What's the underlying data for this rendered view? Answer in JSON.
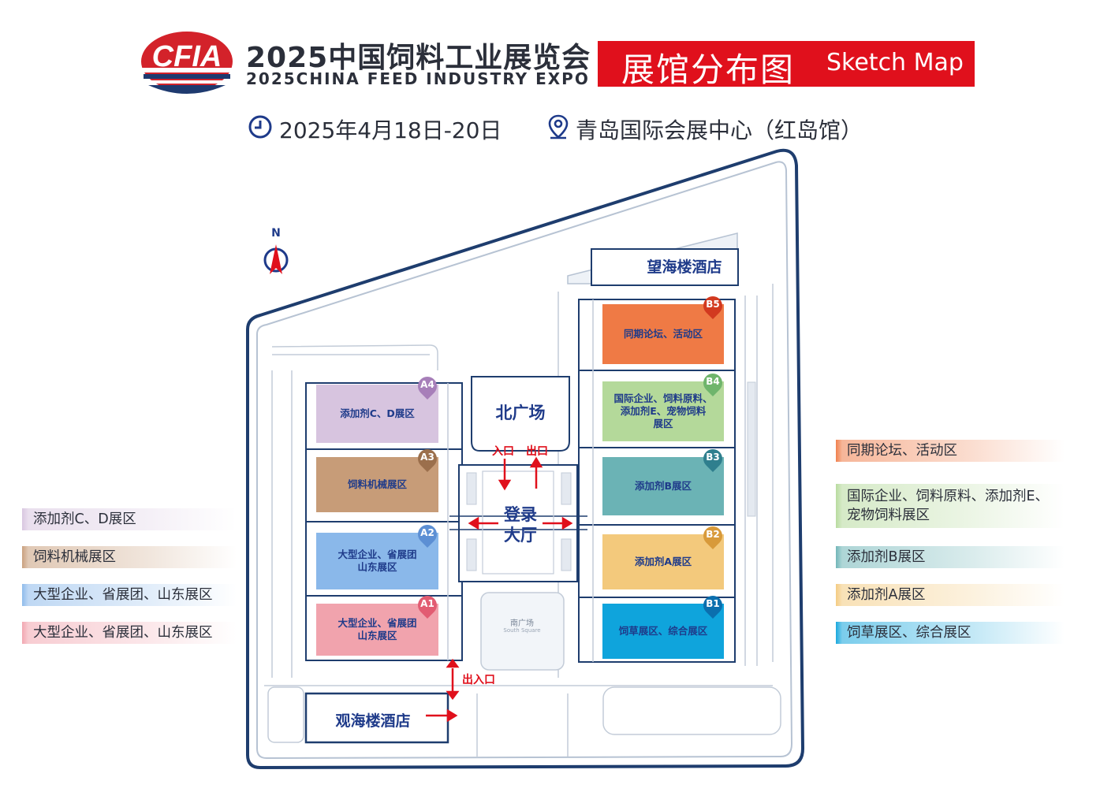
{
  "header": {
    "logo_text": "CFIA",
    "title_cn": "2025中国饲料工业展览会",
    "title_en": "2025CHINA FEED INDUSTRY EXPO",
    "map_title_cn": "展馆分布图",
    "map_title_en": "Sketch Map",
    "date": "2025年4月18日-20日",
    "venue": "青岛国际会展中心（红岛馆）",
    "date_icon": "clock-icon",
    "venue_icon": "location-pin-icon"
  },
  "compass": {
    "label": "N",
    "icon": "compass-icon"
  },
  "halls": [
    {
      "id": "A4",
      "label": "添加剂C、D展区",
      "color": "#d7c4df",
      "pin_color": "#a77fb9"
    },
    {
      "id": "A3",
      "label": "饲料机械展区",
      "color": "#c79c78",
      "pin_color": "#9b6f4c"
    },
    {
      "id": "A2",
      "label": "大型企业、省展团\n山东展区",
      "color": "#8ab8ea",
      "pin_color": "#5c8fd4"
    },
    {
      "id": "A1",
      "label": "大型企业、省展团\n山东展区",
      "color": "#f1a3ad",
      "pin_color": "#e25c72"
    },
    {
      "id": "B5",
      "label": "同期论坛、活动区",
      "color": "#ef7a45",
      "pin_color": "#d2391f"
    },
    {
      "id": "B4",
      "label": "国际企业、饲料原料、\n添加剂E、宠物饲料\n展区",
      "color": "#b4d99a",
      "pin_color": "#6fb56c"
    },
    {
      "id": "B3",
      "label": "添加剂B展区",
      "color": "#6bb3b5",
      "pin_color": "#2f7f8e"
    },
    {
      "id": "B2",
      "label": "添加剂A展区",
      "color": "#f3c97c",
      "pin_color": "#d89a3a"
    },
    {
      "id": "B1",
      "label": "饲草展区、综合展区",
      "color": "#0fa4dc",
      "pin_color": "#0b6fae"
    }
  ],
  "places": {
    "hotel_north": "望海楼酒店",
    "hotel_south": "观海楼酒店",
    "north_square": "北广场",
    "south_square_cn": "南广场",
    "south_square_en": "South Square",
    "lobby": "登录\n大厅",
    "entrance": "入口",
    "exit": "出口",
    "entrance_exit": "出入口"
  },
  "legend_left": [
    {
      "label": "添加剂C、D展区",
      "color": "#d7c4df"
    },
    {
      "label": "饲料机械展区",
      "color": "#c79c78"
    },
    {
      "label": "大型企业、省展团、山东展区",
      "color": "#8ab8ea"
    },
    {
      "label": "大型企业、省展团、山东展区",
      "color": "#f1a3ad"
    }
  ],
  "legend_right": [
    {
      "label": "同期论坛、活动区",
      "color": "#ef7a45"
    },
    {
      "label": "国际企业、饲料原料、添加剂E、\n宠物饲料展区",
      "color": "#b4d99a"
    },
    {
      "label": "添加剂B展区",
      "color": "#6bb3b5"
    },
    {
      "label": "添加剂A展区",
      "color": "#f3c97c"
    },
    {
      "label": "饲草展区、综合展区",
      "color": "#0fa4dc"
    }
  ],
  "colors": {
    "brand_red": "#e0101c",
    "navy": "#1f3b8a",
    "outline": "#1e3d6e"
  }
}
